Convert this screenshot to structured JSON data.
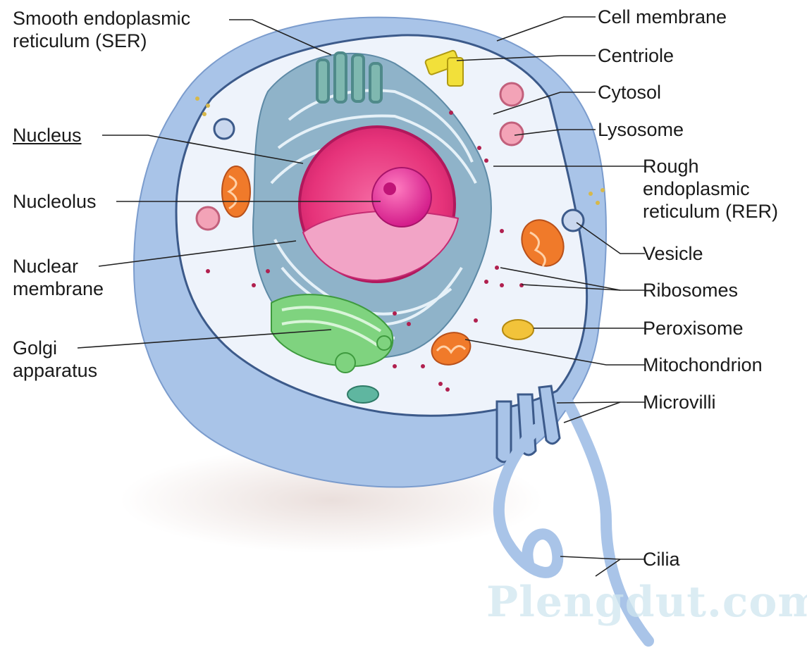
{
  "labels": {
    "ser": "Smooth endoplasmic\nreticulum (SER)",
    "nucleus": "Nucleus",
    "nucleolus": "Nucleolus",
    "nuclear_membrane": "Nuclear\nmembrane",
    "golgi": "Golgi\napparatus",
    "cell_membrane": "Cell membrane",
    "centriole": "Centriole",
    "cytosol": "Cytosol",
    "lysosome": "Lysosome",
    "rer": "Rough\nendoplasmic\nreticulum (RER)",
    "vesicle": "Vesicle",
    "ribosomes": "Ribosomes",
    "peroxisome": "Peroxisome",
    "mitochondrion": "Mitochondrion",
    "microvilli": "Microvilli",
    "cilia": "Cilia"
  },
  "watermark": "Plengdut.com",
  "colors": {
    "membrane": "#a9c4e8",
    "cytosol": "#eef3fb",
    "nucleus": "#e8337a",
    "er": "#8fb3c9",
    "golgi": "#7fd37f",
    "mitochondrion": "#f07a2a",
    "centriole": "#f2e03a",
    "lysosome": "#f3a3b7"
  }
}
